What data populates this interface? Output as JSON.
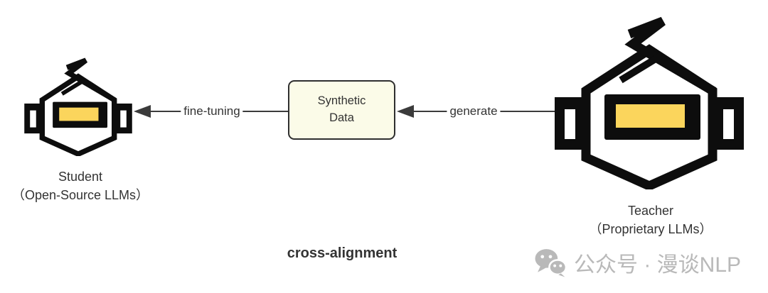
{
  "diagram": {
    "student": {
      "name": "Student",
      "subtitle": "（Open-Source LLMs）"
    },
    "teacher": {
      "name": "Teacher",
      "subtitle": "（Proprietary LLMs）"
    },
    "synthetic_box": {
      "line1": "Synthetic",
      "line2": "Data"
    },
    "arrows": {
      "fine_tuning": {
        "label": "fine-tuning"
      },
      "generate": {
        "label": "generate"
      }
    },
    "caption": "cross-alignment"
  },
  "watermark": {
    "text": "公众号 · 漫谈NLP"
  },
  "colors": {
    "robot": "#0d0d0d",
    "visor": "#FBD55C",
    "box_fill": "#FBFBE8",
    "box_border": "#2f2f2f",
    "ink": "#333333",
    "arrow": "#3b3b3b",
    "watermark": "#b9b9b9"
  }
}
